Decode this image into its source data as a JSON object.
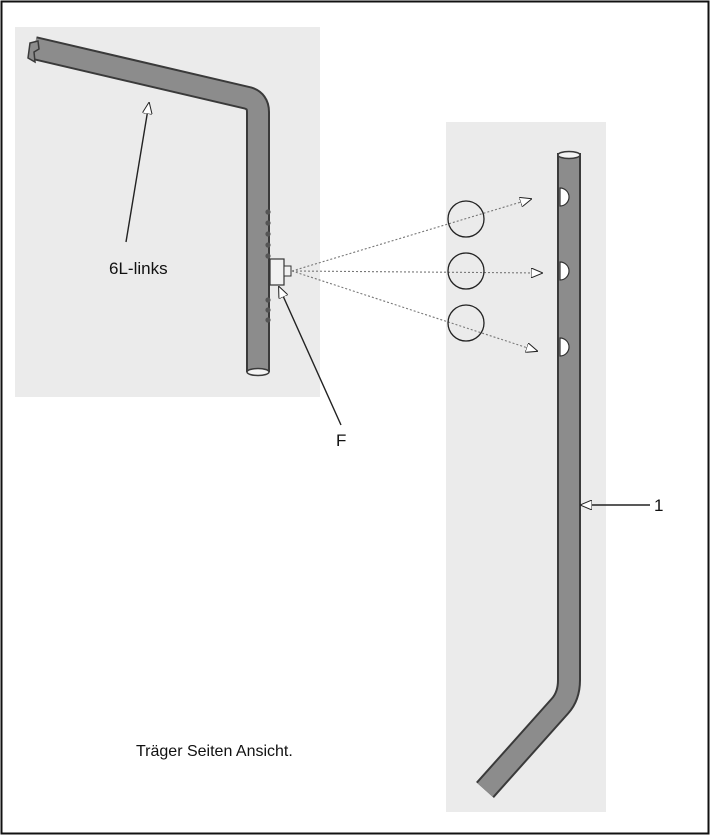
{
  "labels": {
    "part_left": "6L-links",
    "fastener": "F",
    "part_right": "1"
  },
  "caption": "Träger Seiten Ansicht.",
  "colors": {
    "panel": "#ebebeb",
    "tube_fill": "#8c8c8c",
    "tube_outline": "#3a3a3a",
    "frame": "#111111"
  }
}
